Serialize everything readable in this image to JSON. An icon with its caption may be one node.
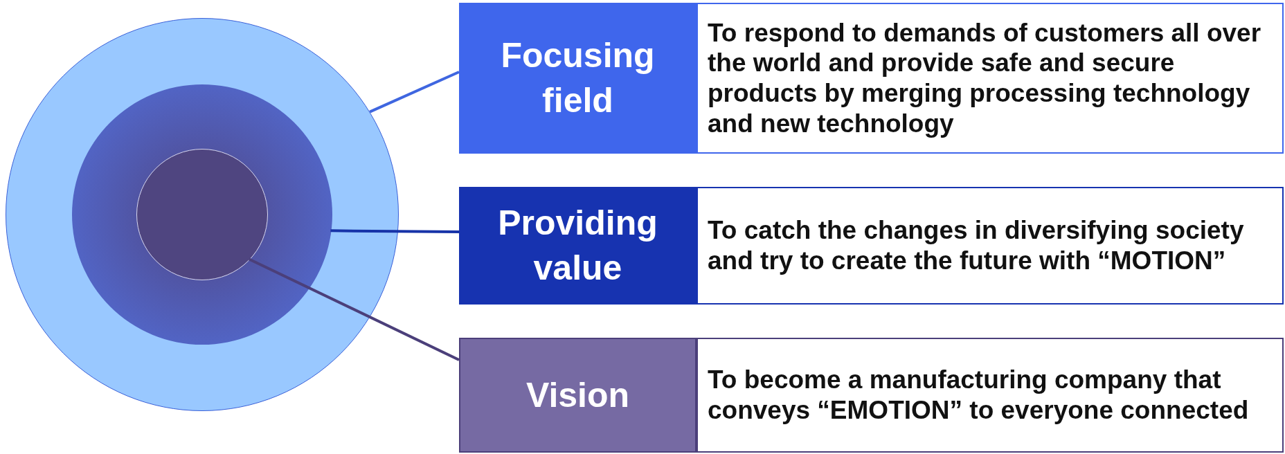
{
  "diagram": {
    "nodes": [
      {
        "text": [],
        "shape": "circle"
      },
      {
        "text": [],
        "shape": "circle",
        "in": 0
      },
      {
        "text": [],
        "shape": "circle",
        "in": 1
      },
      {
        "text": [
          "Focusing field"
        ]
      },
      {
        "text": [
          "To respond to demands of customers all over the world and provide safe and secure products by merging processing technology and new technology"
        ]
      },
      {
        "text": [
          "Providing value"
        ]
      },
      {
        "text": [
          "To catch the changes in diversifying society and try to create the future with “MOTION”"
        ]
      },
      {
        "text": [
          "Vision"
        ]
      },
      {
        "text": [
          "To become a manufacturing company that conveys “EMOTION” to everyone connected"
        ]
      }
    ],
    "edges": [
      {
        "from": 0,
        "to": 3,
        "arrow": "none",
        "color": "#3f66e0"
      },
      {
        "from": 1,
        "to": 5,
        "arrow": "none",
        "color": "#1733a8"
      },
      {
        "from": 2,
        "to": 7,
        "arrow": "none",
        "color": "#4b3f7a"
      }
    ]
  }
}
